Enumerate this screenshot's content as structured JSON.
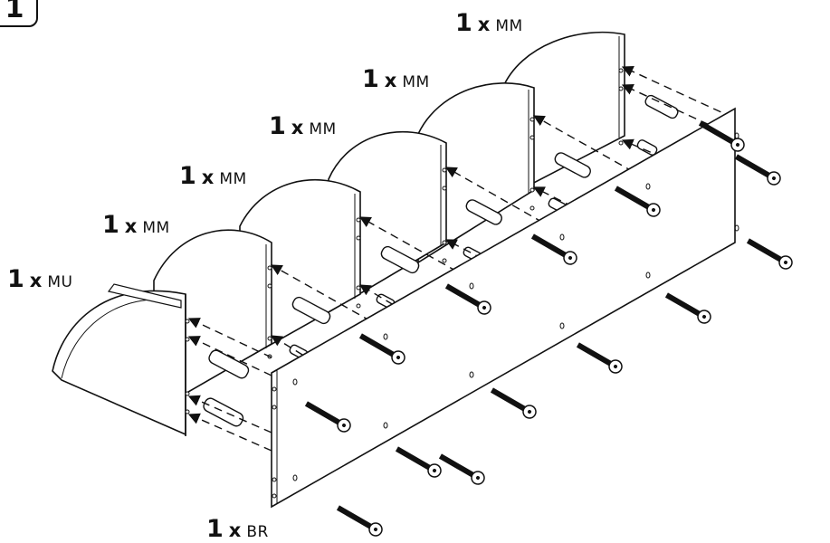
{
  "step": {
    "number": "1"
  },
  "labels": {
    "mm5": {
      "qty": "1",
      "x": "x",
      "code": "MM"
    },
    "mm4": {
      "qty": "1",
      "x": "x",
      "code": "MM"
    },
    "mm3": {
      "qty": "1",
      "x": "x",
      "code": "MM"
    },
    "mm2": {
      "qty": "1",
      "x": "x",
      "code": "MM"
    },
    "mm1": {
      "qty": "1",
      "x": "x",
      "code": "MM"
    },
    "mu": {
      "qty": "1",
      "x": "x",
      "code": "MU"
    },
    "br": {
      "qty": "1",
      "x": "x",
      "code": "BR"
    }
  },
  "counts": {
    "divider_panels": 5,
    "end_panels": 1,
    "back_panels": 1,
    "long_screws": 14
  },
  "colors": {
    "ink": "#111111",
    "panel": "#ffffff"
  }
}
